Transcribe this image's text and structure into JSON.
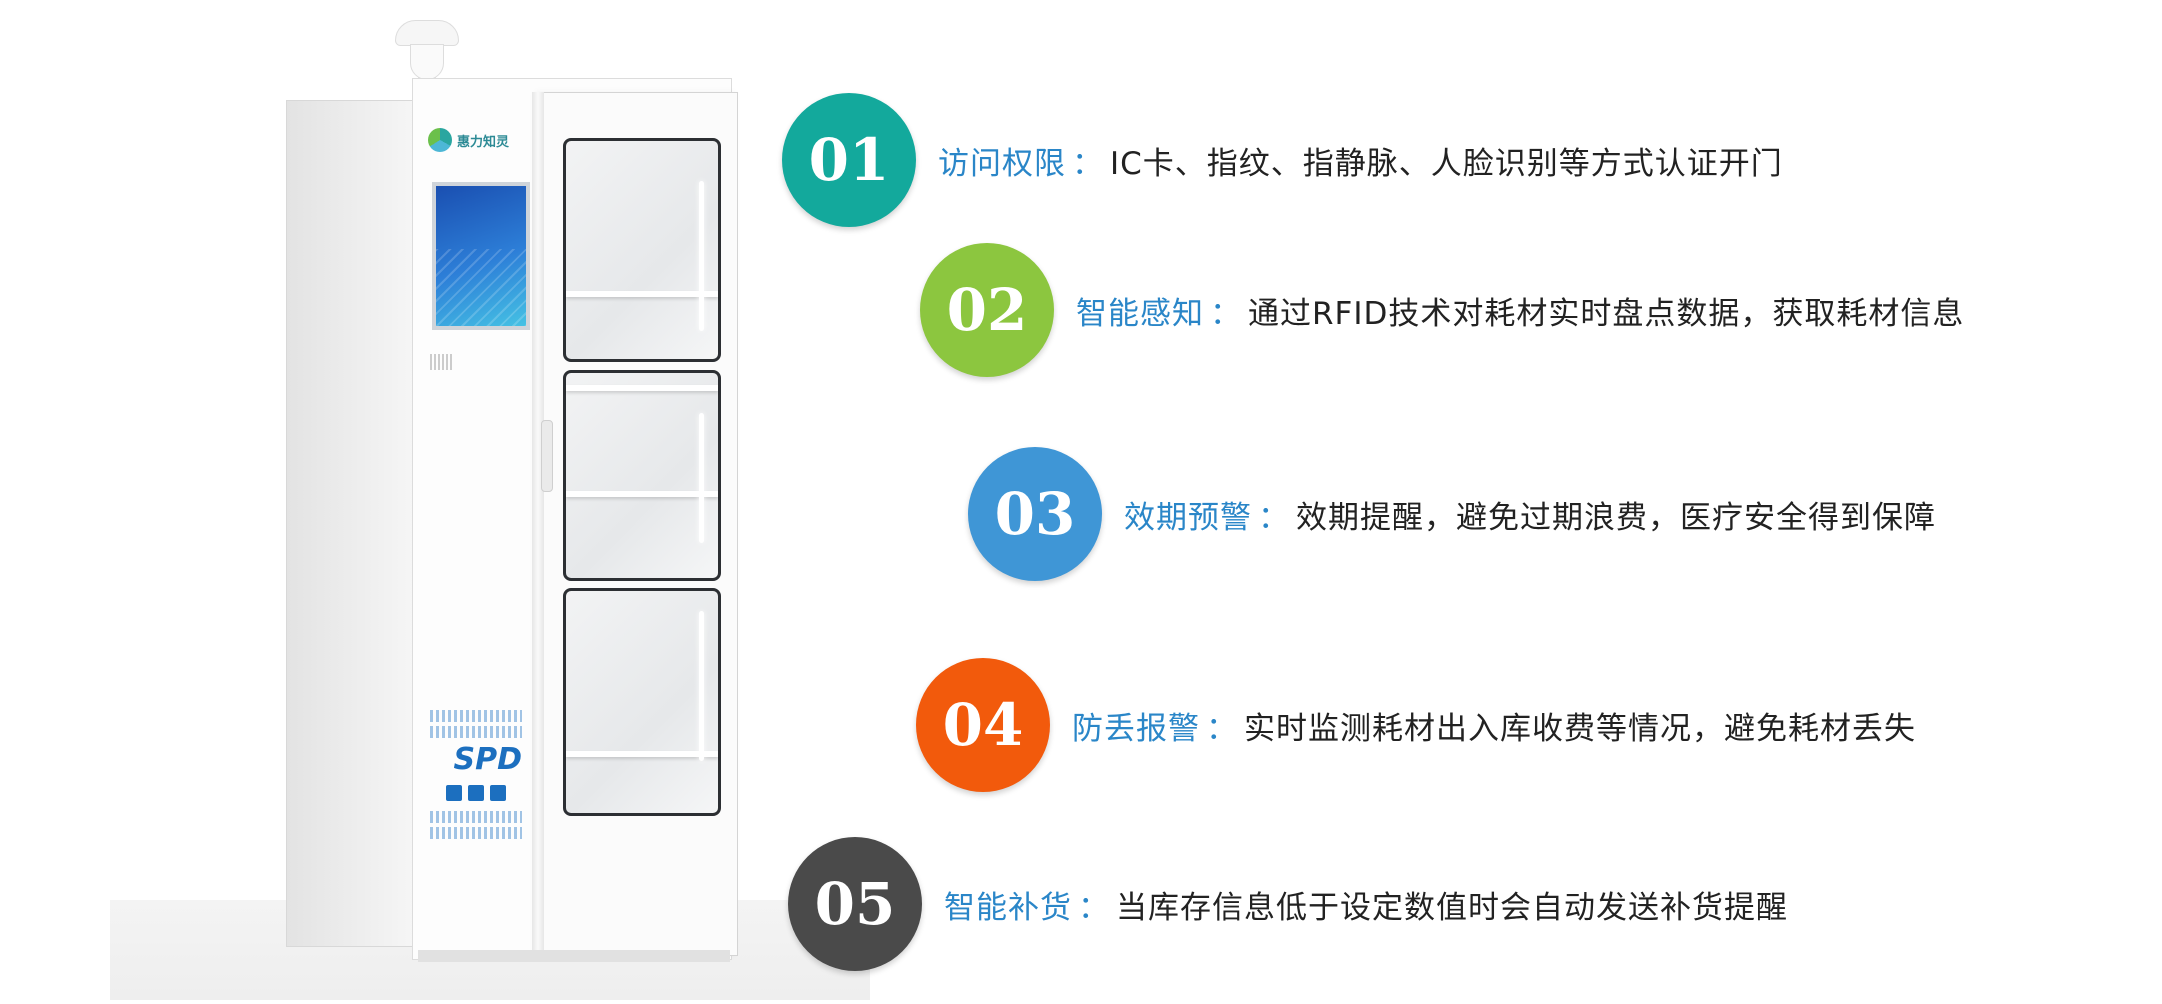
{
  "brand": {
    "logo_text": "惠力知灵"
  },
  "features": [
    {
      "number": "01",
      "title": "访问权限",
      "separator": "：",
      "description": "IC卡、指纹、指静脉、人脸识别等方式认证开门",
      "color": "#13a99c"
    },
    {
      "number": "02",
      "title": "智能感知",
      "separator": "：",
      "description": "通过RFID技术对耗材实时盘点数据，获取耗材信息",
      "color": "#8cc63f"
    },
    {
      "number": "03",
      "title": "效期预警",
      "separator": "：",
      "description": "效期提醒，避免过期浪费，医疗安全得到保障",
      "color": "#3f96d6"
    },
    {
      "number": "04",
      "title": "防丢报警",
      "separator": "：",
      "description": "实时监测耗材出入库收费等情况，避免耗材丢失",
      "color": "#f25a0c"
    },
    {
      "number": "05",
      "title": "智能补货",
      "separator": "：",
      "description": "当库存信息低于设定数值时会自动发送补货提醒",
      "color": "#4a4a4a"
    }
  ],
  "colors": {
    "title_blue": "#2a86c8",
    "text_dark": "#222222"
  }
}
